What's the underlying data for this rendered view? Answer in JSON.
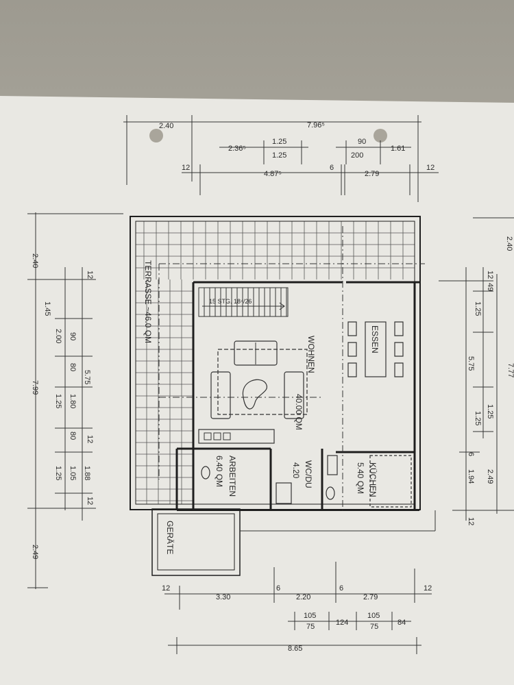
{
  "plan": {
    "top_dims": {
      "total": "7.96⁵",
      "left_offset": "2.40",
      "seg_a": "2.36⁵",
      "seg_b_top": "1.25",
      "seg_b_bottom": "1.25",
      "seg_c_top": "90",
      "seg_c_bottom": "200",
      "seg_d": "1.61",
      "wall_l": "12",
      "mid": "4.87⁵",
      "wall_m": "6",
      "right": "2.79",
      "wall_r": "12"
    },
    "left_dims": {
      "top_offset": "2.40",
      "total": "7.99",
      "bottom_offset": "2.49",
      "wall_t": "12",
      "a": "1.45",
      "b_top": "90",
      "b_bottom": "2.00",
      "c": "80",
      "d": "5.75",
      "e_top": "1.80",
      "e_bottom": "1.25",
      "f": "80",
      "g_top": "1.05",
      "g_bottom": "1.25",
      "h": "1.88",
      "wall_m": "12",
      "wall_b": "12"
    },
    "right_dims": {
      "top_offset": "2.40",
      "wall_t": "12",
      "a_top": "49",
      "a_bottom": "1.25",
      "total": "5.75",
      "b_top": "1.25",
      "b_bottom": "1.25",
      "c": "6",
      "d": "1.94",
      "e": "2.49",
      "wall_b": "12",
      "far": "7.77"
    },
    "bottom_dims": {
      "wall_l": "12",
      "a": "3.30",
      "wall_m1": "6",
      "b": "2.20",
      "wall_m2": "6",
      "c": "2.79",
      "wall_r": "12",
      "w1_top": "105",
      "w1_bottom": "75",
      "gap": "124",
      "w2_top": "105",
      "w2_bottom": "75",
      "end": "84",
      "total": "8.65"
    },
    "rooms": {
      "terrace": "TERRASSE ~46.0 QM",
      "stairs": "15 STG. 18⁴/26",
      "living_name": "WOHNEN",
      "living_area": "40.00 QM",
      "dining": "ESSEN",
      "office_name": "ARBEITEN",
      "office_area": "6.40 QM",
      "wc_name": "WC/DU",
      "wc_area": "4.20",
      "kitchen_name": "KÜCHEN",
      "kitchen_area": "5.40 QM",
      "shed": "GERÄTE"
    }
  }
}
